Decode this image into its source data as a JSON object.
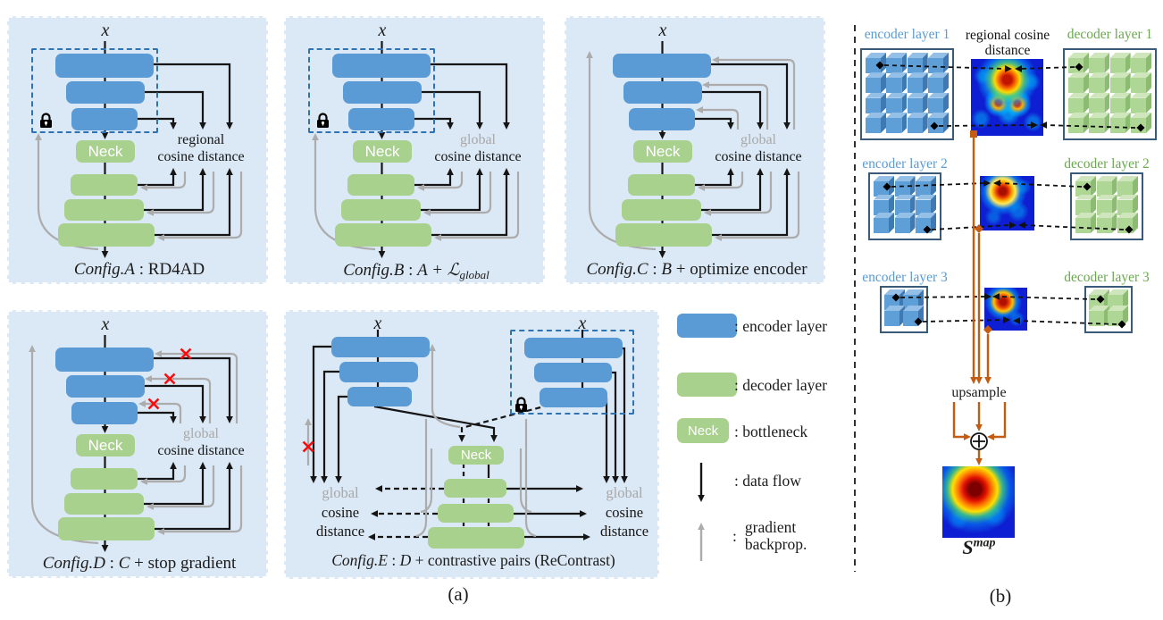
{
  "figure": {
    "caption_a": "(a)",
    "caption_b": "(b)"
  },
  "configs": {
    "A": {
      "input": "x",
      "neck": "Neck",
      "loss1": "regional",
      "loss2": "cosine distance",
      "cap_pre": "Config.A",
      "cap_sep": " : ",
      "cap_var": "",
      "cap_sub": "",
      "cap_rest": "RD4AD"
    },
    "B": {
      "input": "x",
      "neck": "Neck",
      "loss1": "global",
      "loss2": "cosine distance",
      "cap_pre": "Config.B",
      "cap_sep": " : ",
      "cap_var": "A + ℒ",
      "cap_sub": "global",
      "cap_rest": ""
    },
    "C": {
      "input": "x",
      "neck": "Neck",
      "loss1": "global",
      "loss2": "cosine distance",
      "cap_pre": "Config.C",
      "cap_sep": " : ",
      "cap_var": "B",
      "cap_sub": "",
      "cap_rest": " + optimize encoder"
    },
    "D": {
      "input": "x",
      "neck": "Neck",
      "loss1": "global",
      "loss2": "cosine distance",
      "cap_pre": "Config.D",
      "cap_sep": " : ",
      "cap_var": "C",
      "cap_sub": "",
      "cap_rest": " + stop gradient"
    },
    "E": {
      "input_left": "x",
      "input_right": "x",
      "neck": "Neck",
      "loss_left": [
        "global",
        "cosine",
        "distance"
      ],
      "loss_right": [
        "global",
        "cosine",
        "distance"
      ],
      "cap_pre": "Config.E",
      "cap_sep": " : ",
      "cap_var": "D",
      "cap_sub": "",
      "cap_rest": " + contrastive pairs (ReContrast)"
    }
  },
  "legend": {
    "encoder": ": encoder layer",
    "decoder": ": decoder layer",
    "neck_swatch": "Neck",
    "bottleneck": ": bottleneck",
    "data_flow": ": data flow",
    "colon": ":",
    "gradient_line1": "gradient",
    "gradient_line2": "backprop."
  },
  "right_panel": {
    "rows": [
      {
        "encoder_label": "encoder layer 1",
        "decoder_label": "decoder layer 1",
        "grid": 4
      },
      {
        "encoder_label": "encoder layer 2",
        "decoder_label": "decoder layer 2",
        "grid": 3
      },
      {
        "encoder_label": "encoder layer 3",
        "decoder_label": "decoder layer 3",
        "grid": 2
      }
    ],
    "heatmap_title_line1": "regional cosine",
    "heatmap_title_line2": "distance",
    "upsample": "upsample",
    "smap_base": "S",
    "smap_sup": "map"
  },
  "colors": {
    "encoder_blue": "#5b9bd5",
    "decoder_green": "#a9d18e",
    "panel_bg": "#dbe8f5",
    "frozen_dash": "#2e74b5",
    "flow_black": "#151515",
    "flow_gray": "#acacac",
    "stop_red": "#fb0d0d",
    "orange": "#c55a11",
    "loss_gray": "#a8a8a8",
    "encoder_label_blue": "#5b9bd5",
    "decoder_label_green": "#6aa84f",
    "heat_blue": "#0e1ed2",
    "box_border": "#3a5a7a",
    "cube_blue_top": "#94c0e8",
    "cube_blue_front": "#5f9fd8",
    "cube_blue_right": "#3e79b4",
    "cube_green_top": "#cfe6bd",
    "cube_green_front": "#aed695",
    "cube_green_right": "#8cbb72"
  }
}
